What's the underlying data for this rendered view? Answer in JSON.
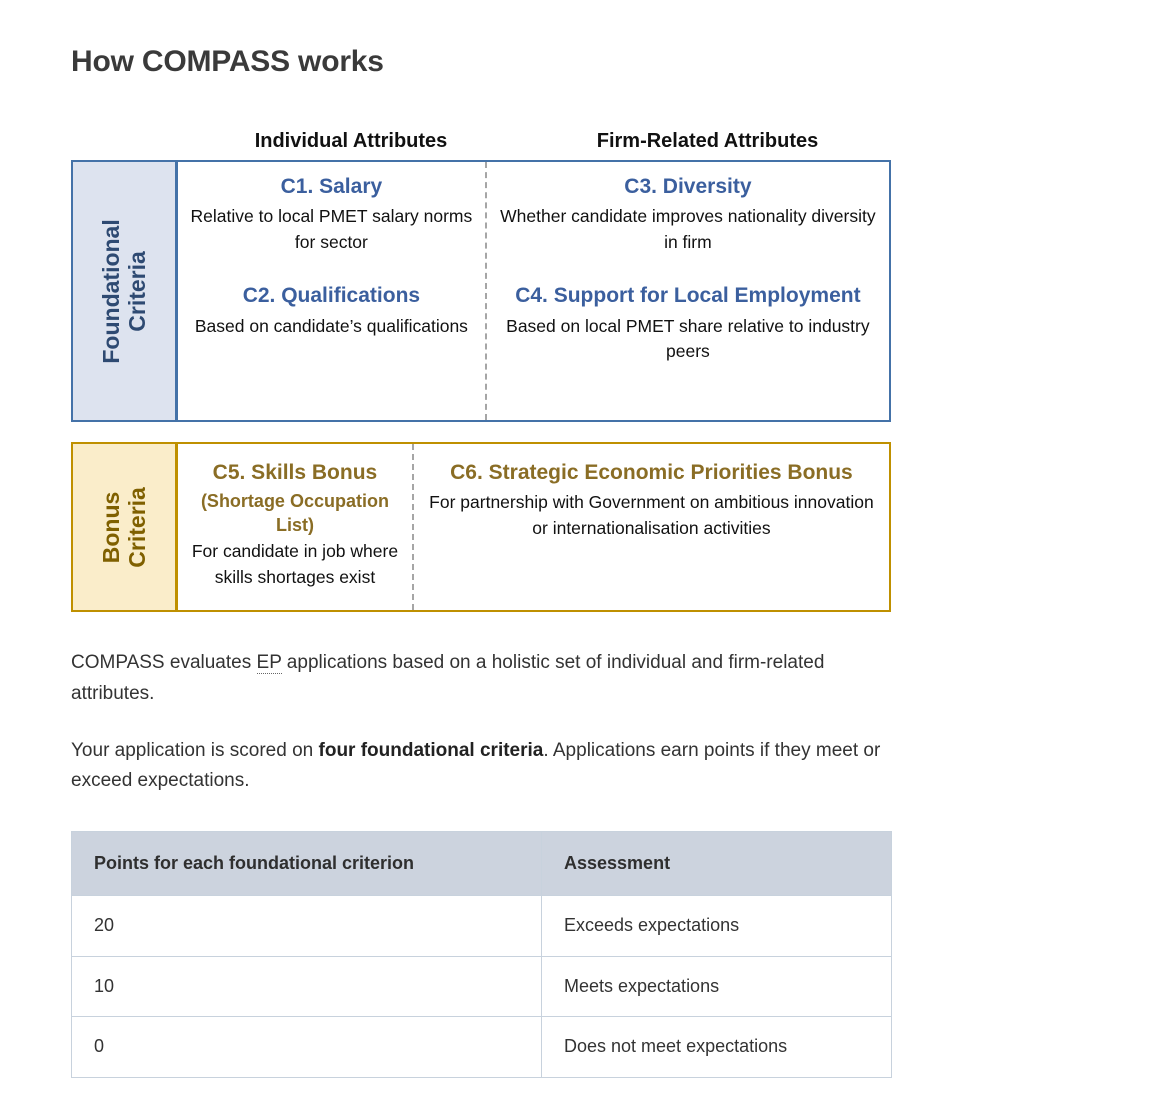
{
  "page": {
    "title": "How COMPASS works"
  },
  "diagram": {
    "column_headers": {
      "individual": "Individual Attributes",
      "firm": "Firm-Related Attributes"
    },
    "bands": [
      {
        "label_lines": [
          "Foundational",
          "Criteria"
        ],
        "label": "Foundational Criteria",
        "fill_color": "#dde3ef",
        "border_color": "#4472a8",
        "title_color": "#3b5f9e",
        "individual": [
          {
            "title": "C1. Salary",
            "desc": "Relative to local PMET salary norms for sector"
          },
          {
            "title": "C2. Qualifications",
            "desc": "Based on candidate’s qualifications"
          }
        ],
        "firm": [
          {
            "title": "C3. Diversity",
            "desc": "Whether candidate improves nationality diversity in firm"
          },
          {
            "title": "C4. Support for Local Employment",
            "desc": "Based on local PMET share relative to industry peers"
          }
        ]
      },
      {
        "label_lines": [
          "Bonus",
          "Criteria"
        ],
        "label": "Bonus Criteria",
        "fill_color": "#faedca",
        "border_color": "#bf9000",
        "title_color": "#8a6d25",
        "individual": [
          {
            "title": "C5. Skills Bonus",
            "subtitle": "(Shortage Occupation List)",
            "desc": "For candidate in job where skills shortages exist"
          }
        ],
        "firm": [
          {
            "title": "C6. Strategic Economic Priorities Bonus",
            "desc": "For partnership with Government on ambitious innovation or internationalisation activities"
          }
        ]
      }
    ]
  },
  "prose": {
    "p1_before": "COMPASS evaluates ",
    "p1_abbr": "EP",
    "p1_after": " applications based on a holistic set of individual and firm-related attributes.",
    "p2_before": "Your application is scored on ",
    "p2_bold": "four foundational criteria",
    "p2_after": ". Applications earn points if they meet or exceed expectations."
  },
  "points_table": {
    "headers": [
      "Points for each foundational criterion",
      "Assessment"
    ],
    "rows": [
      {
        "points": "20",
        "assessment": "Exceeds expectations"
      },
      {
        "points": "10",
        "assessment": "Meets expectations"
      },
      {
        "points": "0",
        "assessment": "Does not meet expectations"
      }
    ]
  }
}
